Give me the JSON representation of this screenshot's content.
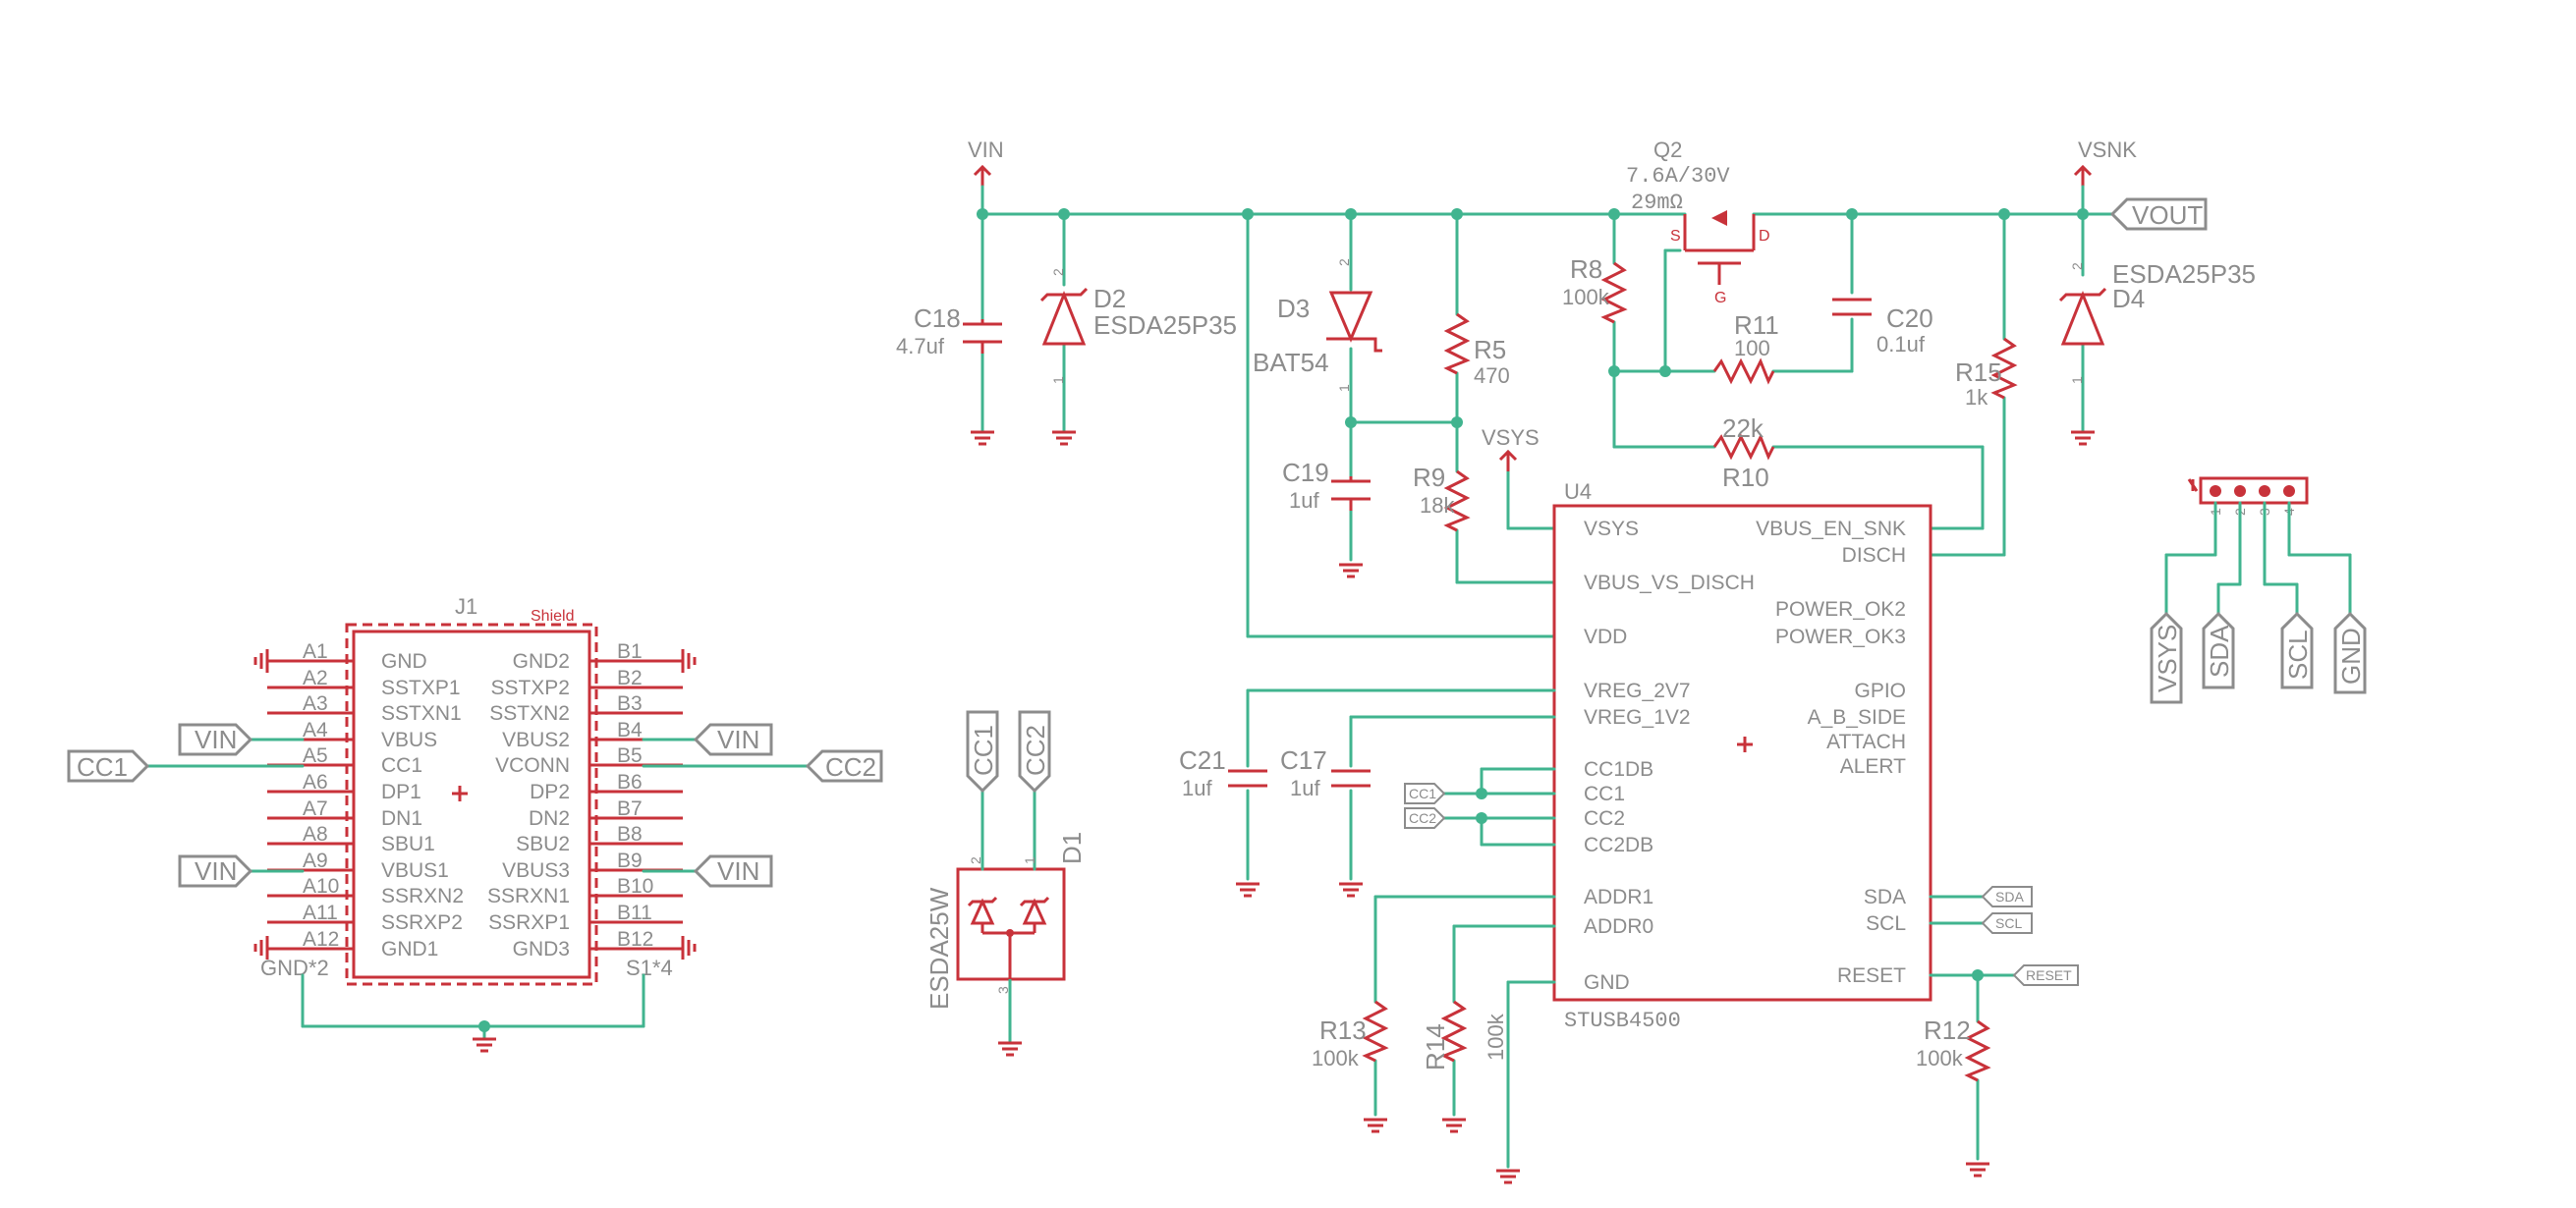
{
  "power": {
    "vin": "VIN",
    "vsnk": "VSNK",
    "vsys": "VSYS"
  },
  "flags": {
    "vout": "VOUT",
    "cc1": "CC1",
    "cc2": "CC2",
    "vin": "VIN",
    "sda": "SDA",
    "scl": "SCL",
    "reset": "RESET",
    "gnd": "GND",
    "vsys": "VSYS"
  },
  "parts": {
    "q2": {
      "ref": "Q2",
      "v1": "7.6A/30V",
      "v2": "29mΩ",
      "s": "S",
      "d": "D",
      "g": "G"
    },
    "c18": {
      "ref": "C18",
      "val": "4.7uf"
    },
    "d2": {
      "ref": "D2",
      "val": "ESDA25P35"
    },
    "d3": {
      "ref": "D3",
      "val": "BAT54"
    },
    "r5": {
      "ref": "R5",
      "val": "470"
    },
    "r8": {
      "ref": "R8",
      "val": "100k"
    },
    "r11": {
      "ref": "R11",
      "val": "100"
    },
    "c20": {
      "ref": "C20",
      "val": "0.1uf"
    },
    "d4": {
      "ref": "D4",
      "val": "ESDA25P35"
    },
    "r15": {
      "ref": "R15",
      "val": "1k"
    },
    "r10": {
      "ref": "R10",
      "val": "22k"
    },
    "c19": {
      "ref": "C19",
      "val": "1uf"
    },
    "r9": {
      "ref": "R9",
      "val": "18k"
    },
    "c21": {
      "ref": "C21",
      "val": "1uf"
    },
    "c17": {
      "ref": "C17",
      "val": "1uf"
    },
    "r13": {
      "ref": "R13",
      "val": "100k"
    },
    "r14": {
      "ref": "R14",
      "val": "100k"
    },
    "r12": {
      "ref": "R12",
      "val": "100k"
    },
    "d1": {
      "ref": "D1",
      "val": "ESDA25W"
    },
    "j1": {
      "ref": "J1",
      "shield": "Shield",
      "gnd_note": "GND*2",
      "s1_note": "S1*4"
    },
    "u4": {
      "ref": "U4",
      "val": "STUSB4500"
    }
  },
  "pin_numbers": {
    "n1": "1",
    "n2": "2",
    "n3": "3",
    "n4": "4"
  },
  "j1_left_pins": [
    {
      "num": "A1",
      "name": "GND"
    },
    {
      "num": "A2",
      "name": "SSTXP1"
    },
    {
      "num": "A3",
      "name": "SSTXN1"
    },
    {
      "num": "A4",
      "name": "VBUS"
    },
    {
      "num": "A5",
      "name": "CC1"
    },
    {
      "num": "A6",
      "name": "DP1"
    },
    {
      "num": "A7",
      "name": "DN1"
    },
    {
      "num": "A8",
      "name": "SBU1"
    },
    {
      "num": "A9",
      "name": "VBUS1"
    },
    {
      "num": "A10",
      "name": "SSRXN2"
    },
    {
      "num": "A11",
      "name": "SSRXP2"
    },
    {
      "num": "A12",
      "name": "GND1"
    }
  ],
  "j1_right_pins": [
    {
      "num": "B1",
      "name": "GND2"
    },
    {
      "num": "B2",
      "name": "SSTXP2"
    },
    {
      "num": "B3",
      "name": "SSTXN2"
    },
    {
      "num": "B4",
      "name": "VBUS2"
    },
    {
      "num": "B5",
      "name": "VCONN"
    },
    {
      "num": "B6",
      "name": "DP2"
    },
    {
      "num": "B7",
      "name": "DN2"
    },
    {
      "num": "B8",
      "name": "SBU2"
    },
    {
      "num": "B9",
      "name": "VBUS3"
    },
    {
      "num": "B10",
      "name": "SSRXN1"
    },
    {
      "num": "B11",
      "name": "SSRXP1"
    },
    {
      "num": "B12",
      "name": "GND3"
    }
  ],
  "u4_left_pins": [
    "VSYS",
    "VBUS_VS_DISCH",
    "VDD",
    "VREG_2V7",
    "VREG_1V2",
    "CC1DB",
    "CC1",
    "CC2",
    "CC2DB",
    "ADDR1",
    "ADDR0",
    "GND"
  ],
  "u4_right_pins": [
    "VBUS_EN_SNK",
    "DISCH",
    "POWER_OK2",
    "POWER_OK3",
    "GPIO",
    "A_B_SIDE",
    "ATTACH",
    "ALERT",
    "SDA",
    "SCL",
    "RESET"
  ]
}
